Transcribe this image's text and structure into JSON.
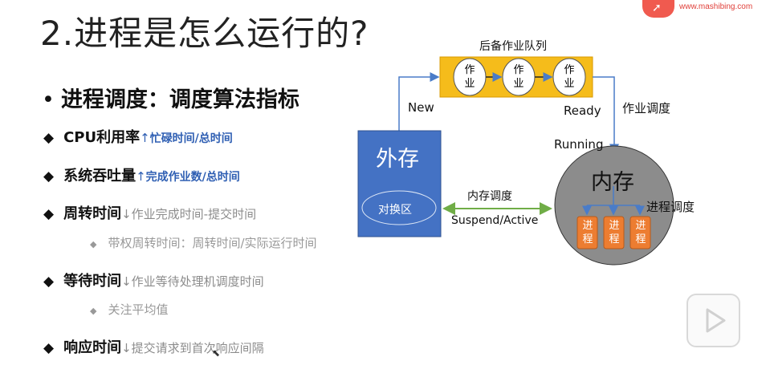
{
  "brand": {
    "site": "www.mashibing.com"
  },
  "slide": {
    "title": "2.进程是怎么运行的?",
    "heading": "进程调度：调度算法指标",
    "items": [
      {
        "label": "CPU利用率",
        "arrow": "↑",
        "note": "忙碌时间/总时间"
      },
      {
        "label": "系统吞吐量",
        "arrow": "↑",
        "note": "完成作业数/总时间"
      },
      {
        "label": "周转时间",
        "arrow": "↓",
        "note": "作业完成时间-提交时间"
      },
      {
        "label": "等待时间",
        "arrow": "↓",
        "note": "作业等待处理机调度时间"
      },
      {
        "label": "响应时间",
        "arrow": "↓",
        "note": "提交请求到首次响应间隔"
      }
    ],
    "subitems": [
      "带权周转时间：周转时间/实际运行时间",
      "关注平均值"
    ]
  },
  "diagram": {
    "queue_label": "后备作业队列",
    "job_label": [
      "作",
      "业"
    ],
    "new_label": "New",
    "ready_label": "Ready",
    "job_sched_label": "作业调度",
    "running_label": "Running",
    "external_label": "外存",
    "swap_label": "对换区",
    "mem_sched_label": "内存调度",
    "suspend_label": "Suspend/Active",
    "memory_label": "内存",
    "proc_sched_label": "进程调度",
    "proc_label": [
      "进",
      "程"
    ]
  },
  "colors": {
    "queue": "#f5bc1b",
    "external": "#4472c4",
    "memory": "#8c8c8c",
    "process": "#ed7d31",
    "arrow_blue": "#4a7cc8",
    "arrow_green": "#70ad47"
  },
  "icons": {
    "play": "play-icon"
  }
}
